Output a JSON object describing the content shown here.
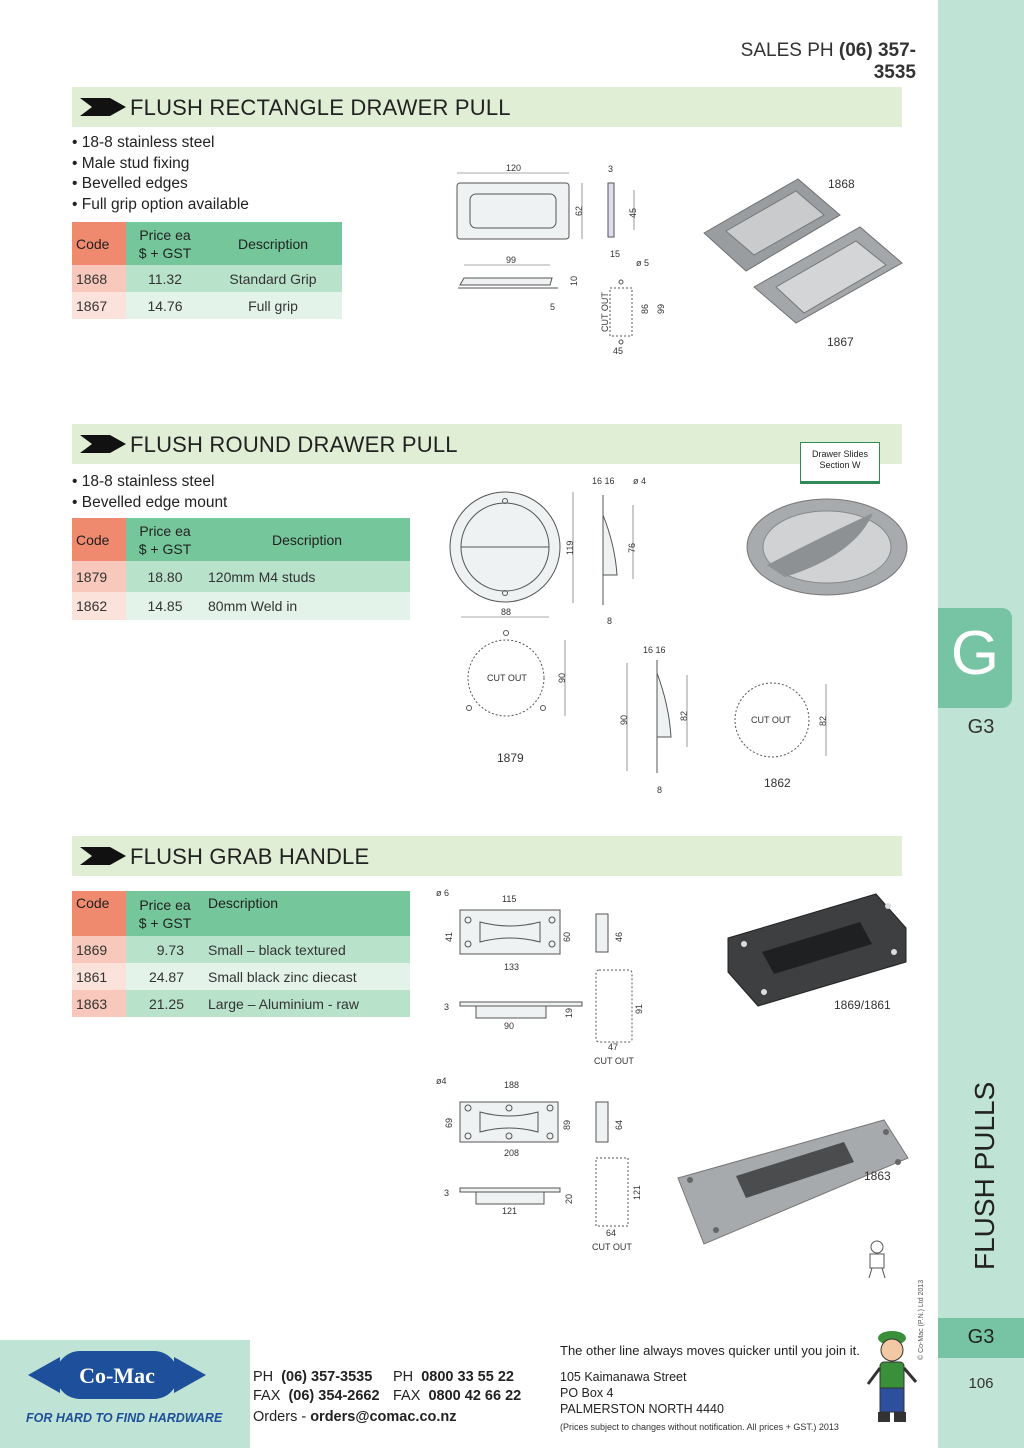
{
  "header": {
    "sales_label": "SALES  PH ",
    "sales_phone": "(06) 357-3535"
  },
  "sidebar": {
    "tab_letter": "G",
    "tab_code": "G3",
    "section_title": "FLUSH PULLS",
    "copyright": "© Co-Mac (P.N.) Ltd 2013",
    "page_tab": "G3",
    "page_number": "106"
  },
  "section1": {
    "title": "FLUSH RECTANGLE DRAWER PULL",
    "features": [
      "18-8 stainless steel",
      "Male stud fixing",
      "Bevelled edges",
      "Full grip option available"
    ],
    "table": {
      "headers": {
        "code": "Code",
        "price_line1": "Price ea",
        "price_line2": "$ + GST",
        "desc": "Description"
      },
      "rows": [
        {
          "code": "1868",
          "price": "11.32",
          "desc": "Standard Grip"
        },
        {
          "code": "1867",
          "price": "14.76",
          "desc": "Full grip"
        }
      ]
    },
    "dims": {
      "w": "120",
      "h": "62",
      "t": "3",
      "s45": "45",
      "s15": "15",
      "lw": "99",
      "l10": "10",
      "l5": "5",
      "d5": "ø 5",
      "c86": "86",
      "c99": "99",
      "c45": "45",
      "cutout": "CUT OUT"
    },
    "photo_labels": [
      "1868",
      "1867"
    ]
  },
  "section2": {
    "title": "FLUSH ROUND DRAWER PULL",
    "badge_line1": "Drawer Slides",
    "badge_line2": "Section W",
    "features": [
      "18-8 stainless steel",
      "Bevelled edge mount"
    ],
    "table": {
      "headers": {
        "code": "Code",
        "price_line1": "Price ea",
        "price_line2": "$ + GST",
        "desc": "Description"
      },
      "rows": [
        {
          "code": "1879",
          "price": "18.80",
          "desc": "120mm M4 studs"
        },
        {
          "code": "1862",
          "price": "14.85",
          "desc": "80mm Weld in"
        }
      ]
    },
    "dims": {
      "d88": "88",
      "d119": "119",
      "d1616": "16 16",
      "d4": "ø 4",
      "d76": "76",
      "d8": "8",
      "c90": "90",
      "cutout": "CUT OUT",
      "b1616": "16 16",
      "b90": "90",
      "b82": "82",
      "b8": "8",
      "c82": "82"
    },
    "labels": [
      "1879",
      "1862"
    ]
  },
  "section3": {
    "title": "FLUSH GRAB HANDLE",
    "table": {
      "headers": {
        "code": "Code",
        "price_line1": "Price ea",
        "price_line2": "$ + GST",
        "desc": "Description"
      },
      "rows": [
        {
          "code": "1869",
          "price": "9.73",
          "desc": "Small – black textured"
        },
        {
          "code": "1861",
          "price": "24.87",
          "desc": "Small black zinc diecast"
        },
        {
          "code": "1863",
          "price": "21.25",
          "desc": "Large – Aluminium - raw"
        }
      ]
    },
    "dims_small": {
      "d6": "ø 6",
      "w115": "115",
      "h41": "41",
      "h60": "60",
      "w133": "133",
      "s46": "46",
      "t3": "3",
      "w90": "90",
      "h19": "19",
      "c91": "91",
      "c47": "47",
      "cutout": "CUT OUT"
    },
    "dims_large": {
      "d4": "ø4",
      "w188": "188",
      "h69": "69",
      "h89": "89",
      "w208": "208",
      "s64": "64",
      "t3": "3",
      "w121": "121",
      "h20": "20",
      "c121": "121",
      "c64": "64",
      "cutout": "CUT OUT"
    },
    "photo_labels": [
      "1869/1861",
      "1863"
    ]
  },
  "footer": {
    "logo_text": "Co-Mac",
    "tagline": "FOR HARD TO FIND HARDWARE",
    "ph_label": "PH",
    "ph": "(06) 357-3535",
    "fax_label": "FAX",
    "fax": "(06) 354-2662",
    "ph2_label": "PH",
    "ph2": "0800 33 55 22",
    "fax2_label": "FAX",
    "fax2": "0800 42 66 22",
    "orders_label": "Orders - ",
    "orders_email": "orders@comac.co.nz",
    "quote": "The other line always moves quicker until you join it.",
    "address": [
      "105 Kaimanawa Street",
      "PO Box 4",
      "PALMERSTON NORTH 4440"
    ],
    "disclaimer": "(Prices subject to changes without notification.  All prices + GST.)  2013"
  },
  "colors": {
    "sidebar": "#bfe3d4",
    "tab": "#76c4a4",
    "section_header": "#dfeed4",
    "code_header": "#ef8a6e",
    "green_header": "#75c69a"
  }
}
